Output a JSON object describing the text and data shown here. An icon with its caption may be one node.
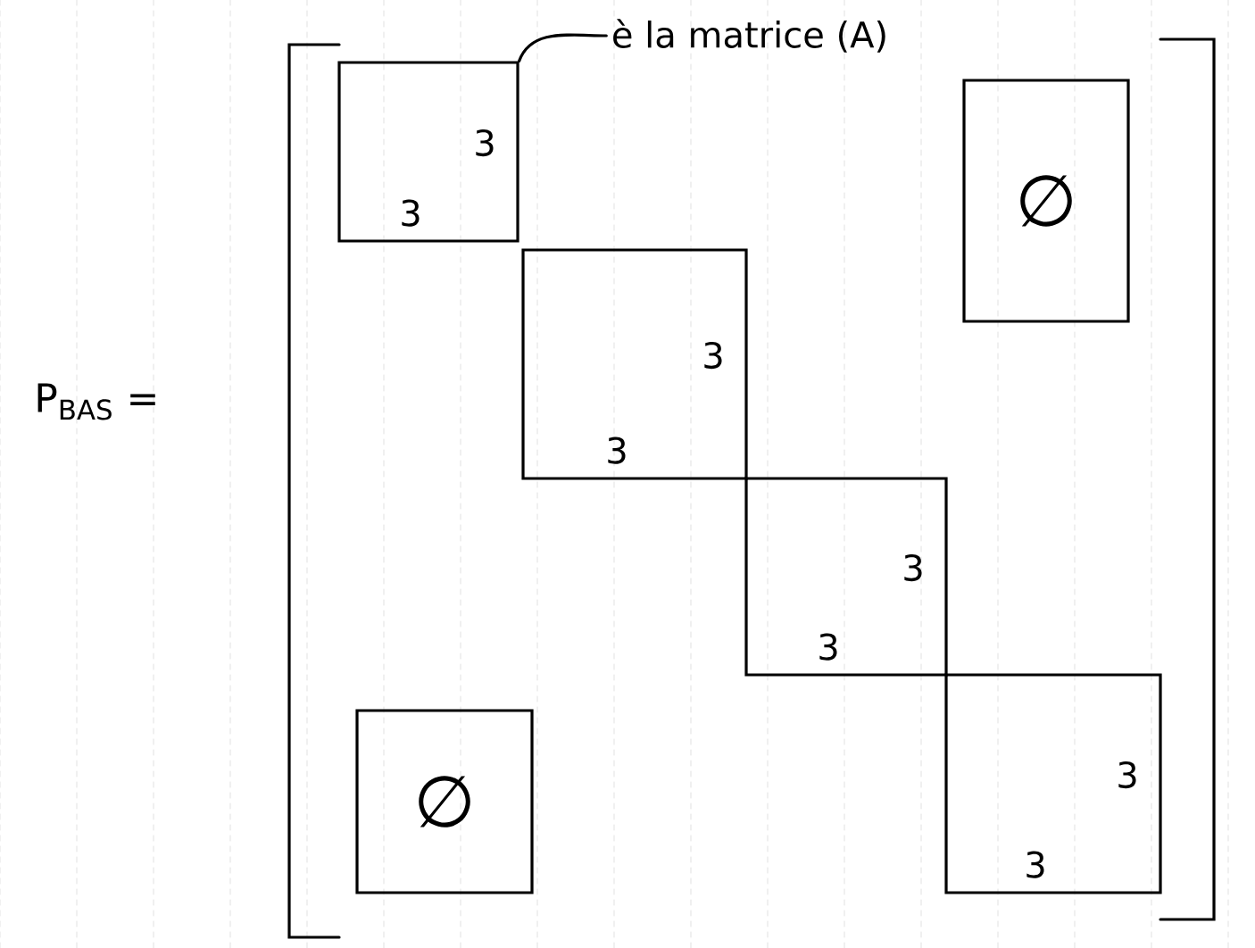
{
  "diagram": {
    "nodes": [
      {
        "text": [
          "è la matrice (A)"
        ]
      },
      {
        "text": [
          "3",
          "3"
        ]
      },
      {
        "text": [
          "∅"
        ]
      },
      {
        "text": [
          "3",
          "3"
        ]
      },
      {
        "text": [
          "3",
          "3"
        ]
      },
      {
        "text": [
          "∅"
        ]
      },
      {
        "text": [
          "3",
          "3"
        ]
      }
    ],
    "edges": [
      {
        "from": 0,
        "to": 1,
        "arrow": "none"
      }
    ],
    "labels": [
      "P$_{BAS}$ ="
    ]
  }
}
